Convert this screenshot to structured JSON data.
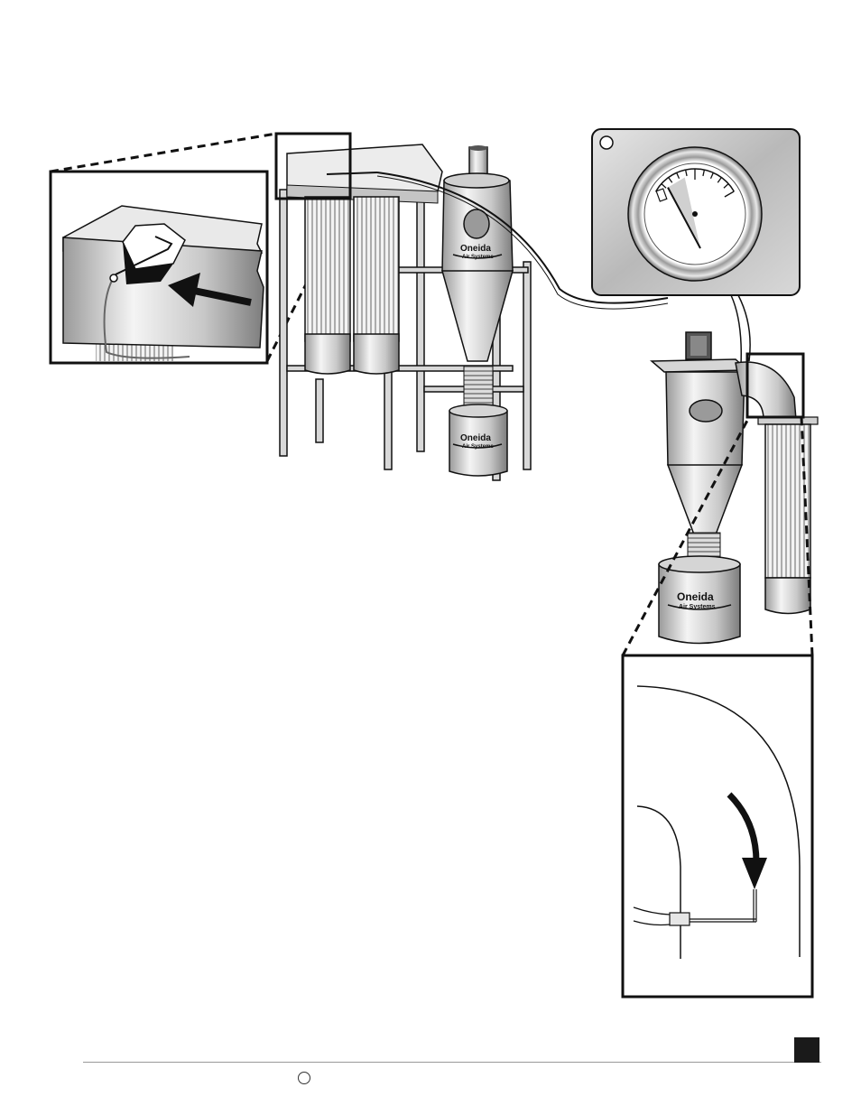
{
  "brand": {
    "name": "Oneida",
    "subtitle": "Air Systems"
  },
  "colors": {
    "ink": "#111111",
    "metal_light": "#e8e8e8",
    "metal_dark": "#8a8a8a",
    "panel": "#c9c9c9"
  },
  "gauge": {
    "reading_fraction": 0.12
  },
  "icons": [
    "flow-arrow-icon",
    "gauge-needle-icon",
    "page-marker-icon"
  ]
}
